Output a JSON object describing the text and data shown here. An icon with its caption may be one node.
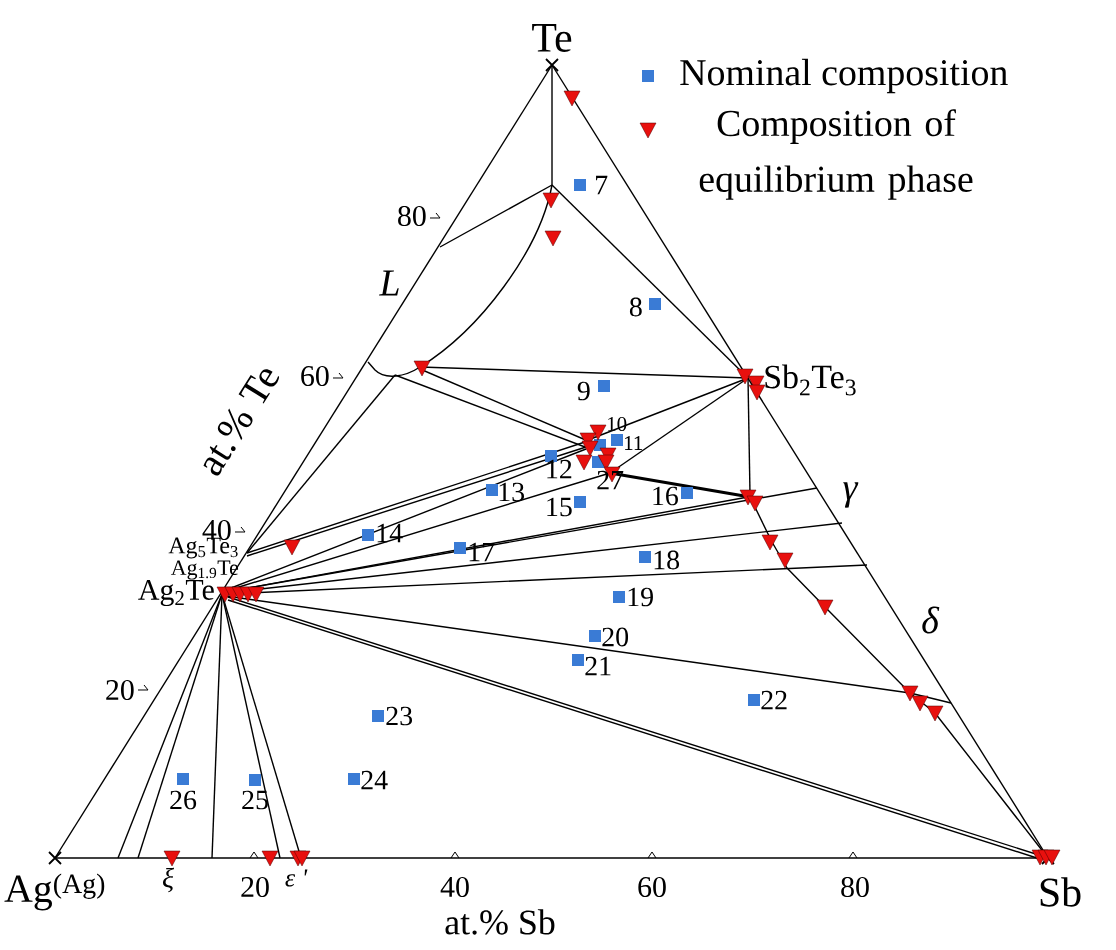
{
  "diagram": {
    "labels": [
      "Te",
      "7",
      "80",
      "L",
      "8",
      "60",
      "9",
      "Sb$_{2}$Te$_{3}$",
      "at.% Te",
      "10",
      "11",
      "12",
      "27",
      "13",
      "15",
      "16",
      "γ",
      "40",
      "14",
      "Ag$_{5}$Te$_{3}$",
      "17",
      "18",
      "Ag$_{1.9}$Te",
      "Ag$_{2}$Te",
      "19",
      "δ",
      "20",
      "21",
      "20",
      "22",
      "23",
      "24",
      "26",
      "25",
      "Ag$^{(Ag)}$",
      "ξ",
      "20",
      "ε '",
      "40",
      "60",
      "80",
      "Sb",
      "at.% Sb"
    ],
    "legend": [
      {
        "text": "Nominal composition"
      },
      {
        "text": "Composition of equilibrium phase"
      }
    ]
  }
}
